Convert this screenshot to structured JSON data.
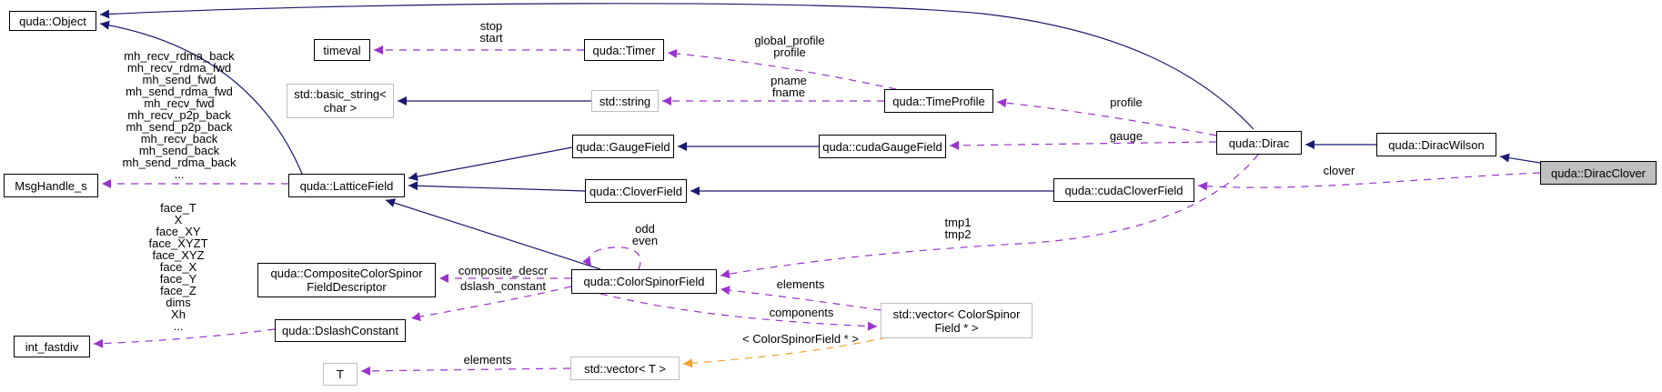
{
  "diagram": {
    "kind": "collaboration-graph",
    "colors": {
      "inheritance": "#191970",
      "usage": "#9a32cd",
      "template_relation": "#f0a030",
      "node_border": "#000000",
      "external_border": "#bfbfbf",
      "highlight_fill": "#bfbfbf",
      "background": "#ffffff",
      "text": "#000000"
    },
    "nodes": {
      "object": {
        "label": "quda::Object"
      },
      "timeval": {
        "label": "timeval"
      },
      "timer": {
        "label": "quda::Timer"
      },
      "basic_string": {
        "label": "std::basic_string<\nchar >"
      },
      "string": {
        "label": "std::string"
      },
      "time_profile": {
        "label": "quda::TimeProfile"
      },
      "gauge_field": {
        "label": "quda::GaugeField"
      },
      "cuda_gauge_field": {
        "label": "quda::cudaGaugeField"
      },
      "lattice_field": {
        "label": "quda::LatticeField"
      },
      "msg_handle": {
        "label": "MsgHandle_s"
      },
      "clover_field": {
        "label": "quda::CloverField"
      },
      "cuda_clover_field": {
        "label": "quda::cudaCloverField"
      },
      "dirac": {
        "label": "quda::Dirac"
      },
      "dirac_wilson": {
        "label": "quda::DiracWilson"
      },
      "dirac_clover": {
        "label": "quda::DiracClover"
      },
      "composite_descriptor": {
        "label": "quda::CompositeColorSpinor\nFieldDescriptor"
      },
      "color_spinor_field": {
        "label": "quda::ColorSpinorField"
      },
      "dslash_constant": {
        "label": "quda::DslashConstant"
      },
      "int_fastdiv": {
        "label": "int_fastdiv"
      },
      "t": {
        "label": "T"
      },
      "vector_t": {
        "label": "std::vector< T >"
      },
      "vector_csf": {
        "label": "std::vector< ColorSpinor\nField * >"
      }
    },
    "edge_labels": {
      "stop_start": "stop\nstart",
      "global_profile": "global_profile\nprofile",
      "pname_fname": "pname\nfname",
      "profile": "profile",
      "gauge": "gauge",
      "clover": "clover",
      "tmp": "tmp1\ntmp2",
      "odd_even": "odd\neven",
      "elements_csf": "elements",
      "components": "components",
      "template_args": "< ColorSpinorField * >",
      "composite_descr": "composite_descr",
      "dslash_constant": "dslash_constant",
      "elements_t": "elements",
      "msg_handles": "mh_recv_rdma_back\nmh_recv_rdma_fwd\nmh_send_fwd\nmh_send_rdma_fwd\nmh_recv_fwd\nmh_recv_p2p_back\nmh_send_p2p_back\nmh_recv_back\nmh_send_back\nmh_send_rdma_back\n...",
      "dslash_members": "face_T\nX\nface_XY\nface_XYZT\nface_XYZ\nface_X\nface_Y\nface_Z\ndims\nXh\n..."
    }
  }
}
